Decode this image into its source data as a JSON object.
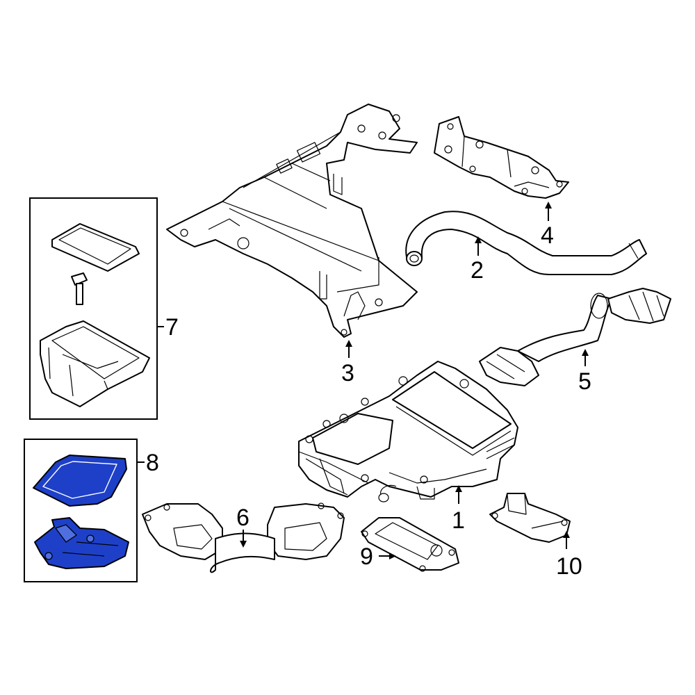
{
  "callouts": {
    "c1": "1",
    "c2": "2",
    "c3": "3",
    "c4": "4",
    "c5": "5",
    "c6": "6",
    "c7": "7",
    "c8": "8",
    "c9": "9",
    "c10": "10"
  },
  "colors": {
    "highlight": "#1e40c8",
    "line": "#000000",
    "background": "#ffffff"
  }
}
